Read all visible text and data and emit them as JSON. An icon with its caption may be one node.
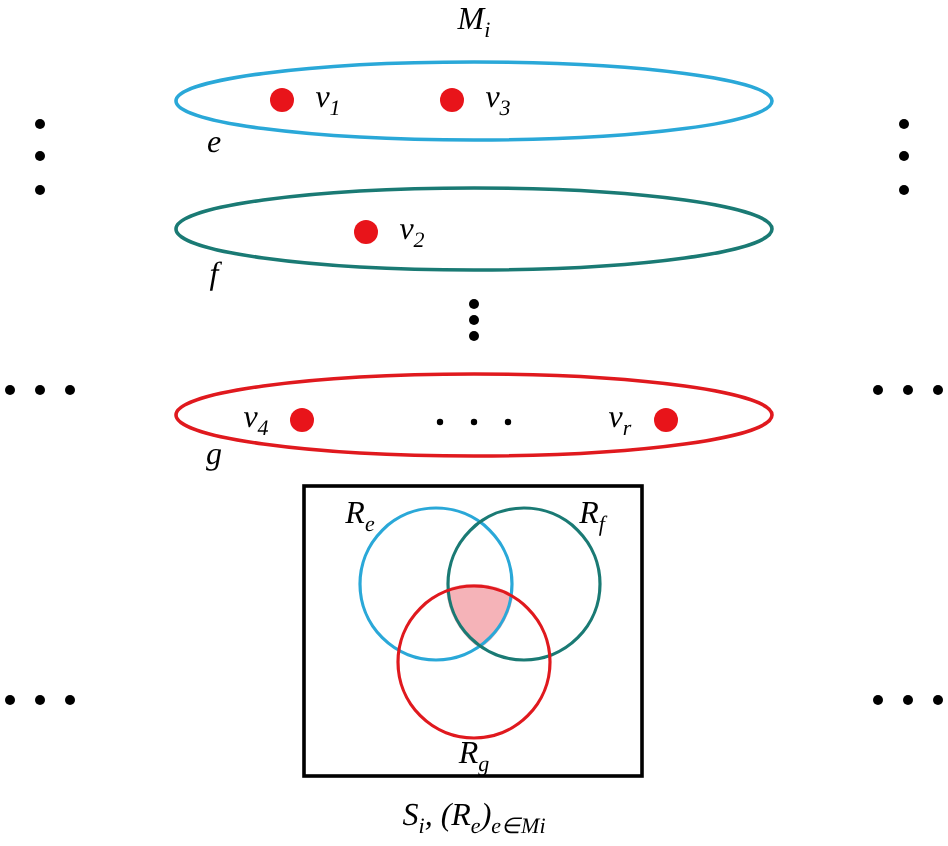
{
  "diagram": {
    "title": "M$_{i}$",
    "nodes": [
      {
        "text": [
          "e"
        ]
      },
      {
        "text": [],
        "shape": "circle",
        "in": 0,
        "beside": [
          "v$_{1}$"
        ]
      },
      {
        "text": [],
        "shape": "circle",
        "in": 0,
        "beside": [
          "v$_{3}$"
        ]
      },
      {
        "text": [
          "f"
        ]
      },
      {
        "text": [],
        "shape": "circle",
        "in": 3,
        "beside": [
          "v$_{2}$"
        ]
      },
      {
        "text": [
          "g"
        ]
      },
      {
        "text": [],
        "shape": "circle",
        "in": 5,
        "beside": [
          "v$_{4}$"
        ]
      },
      {
        "text": [],
        "shape": "circle",
        "in": 5,
        "beside": [
          "v$_{r}$"
        ]
      },
      {
        "text": [
          "S$_{i}$, (R$_{e}$)$_{e∈M}$$_{i}$"
        ]
      },
      {
        "text": [
          "R$_{e}$"
        ],
        "in": 8
      },
      {
        "text": [
          "R$_{f}$"
        ],
        "in": 8
      },
      {
        "text": [
          "R$_{g}$"
        ],
        "in": 8
      }
    ],
    "edges": []
  }
}
